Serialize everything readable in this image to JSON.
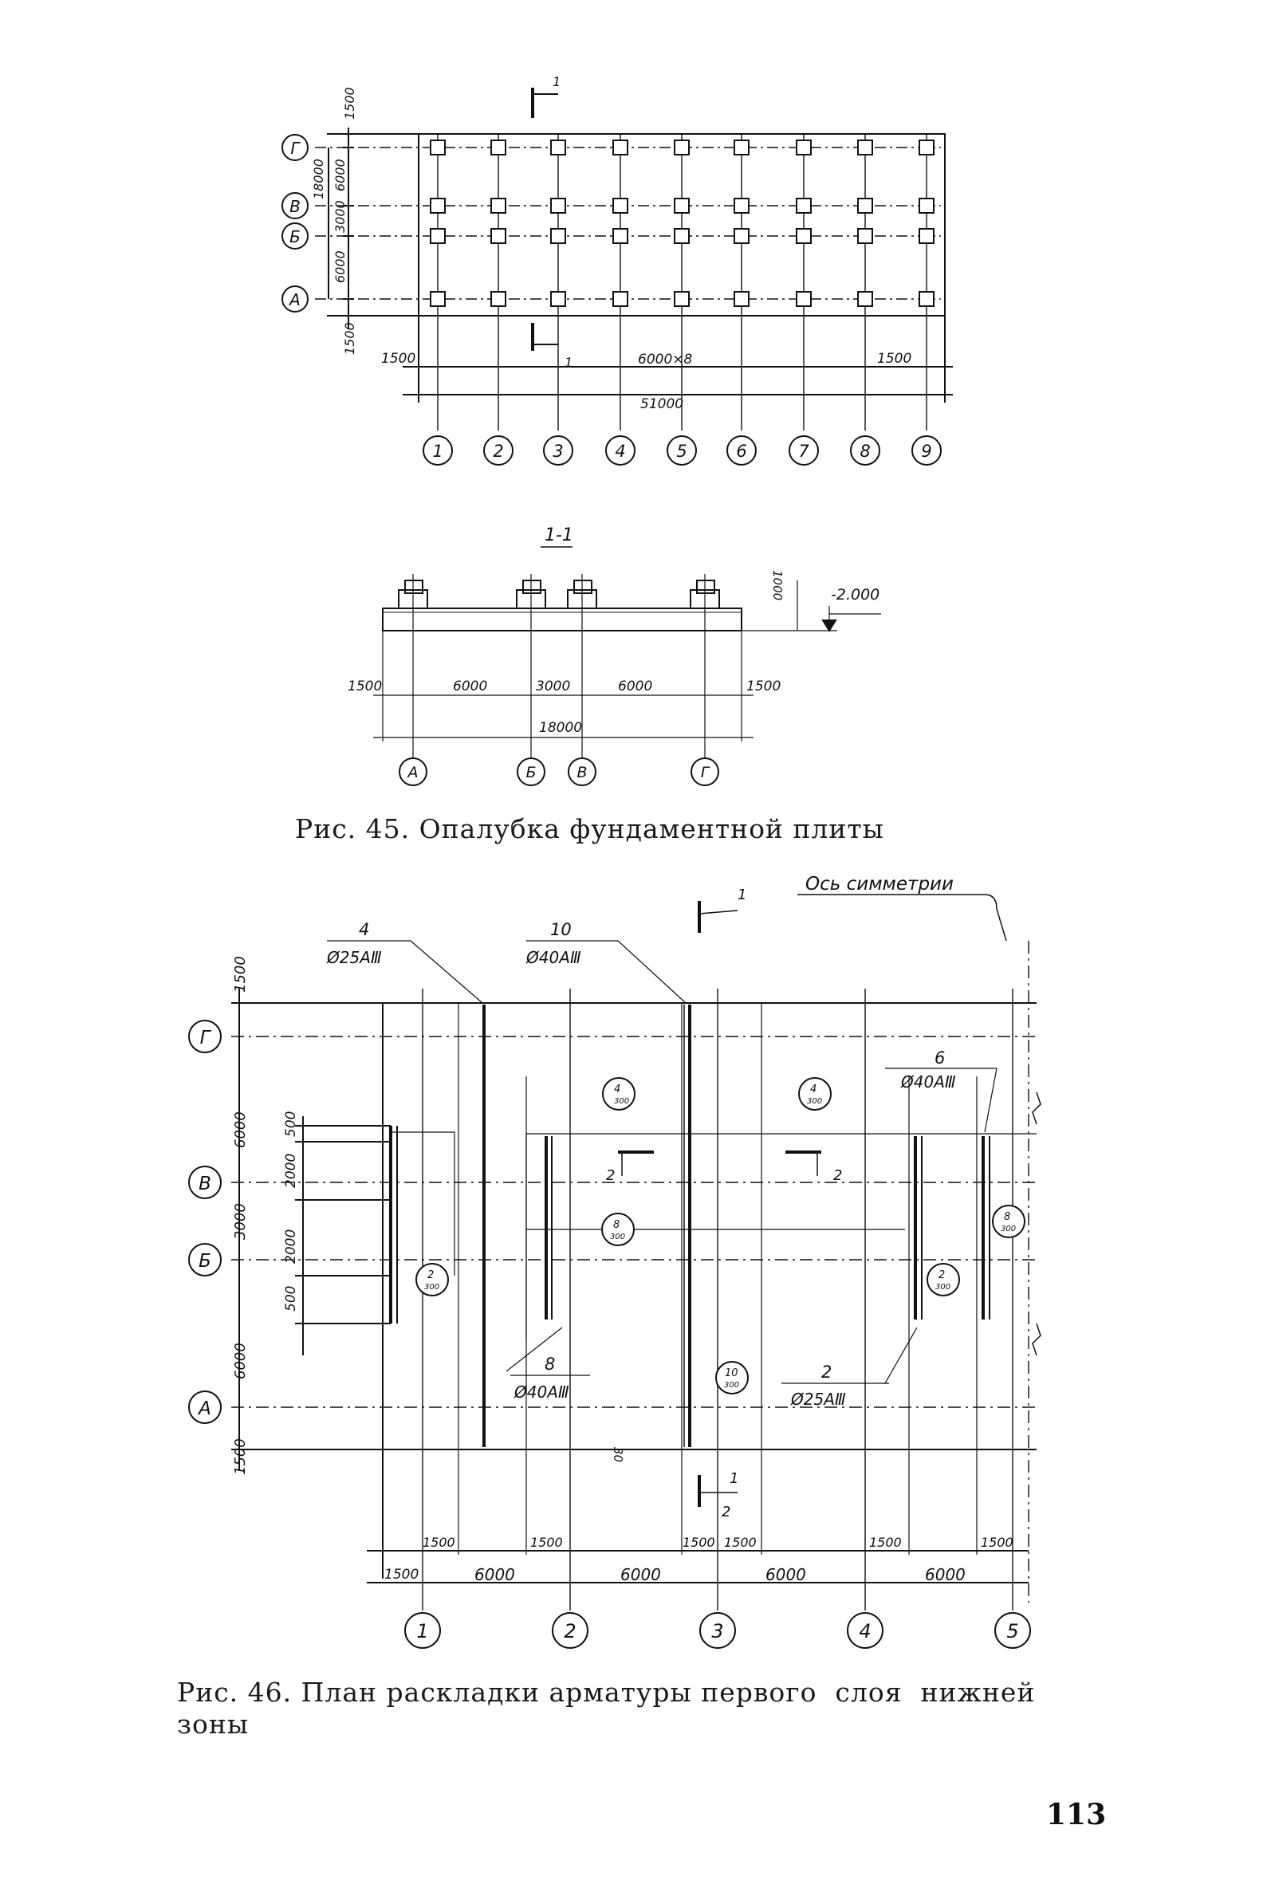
{
  "fig45": {
    "caption": "Рис. 45. Опалубка фундаментной плиты",
    "plan": {
      "row_axes": [
        "Г",
        "В",
        "Б",
        "А"
      ],
      "col_axes": [
        "1",
        "2",
        "3",
        "4",
        "5",
        "6",
        "7",
        "8",
        "9"
      ],
      "dim_top_edge": "1500",
      "dim_total_height": "18000",
      "dim_g_v": "6000",
      "dim_v_b": "3000",
      "dim_b_a": "6000",
      "dim_bottom_edge": "1500",
      "dim_left_edge": "1500",
      "dim_bays": "6000×8",
      "dim_right_edge": "1500",
      "dim_total_length": "51000",
      "section_mark_top": "1",
      "section_mark_bottom": "1"
    },
    "section": {
      "title": "1-1",
      "dim_stub_height": "1000",
      "elevation": "-2.000",
      "dims": [
        "1500",
        "6000",
        "3000",
        "6000",
        "1500"
      ],
      "dim_total": "18000",
      "axes": [
        "А",
        "Б",
        "В",
        "Г"
      ]
    }
  },
  "fig46": {
    "caption_line1": "Рис. 46. План раскладки арматуры первого  слоя  нижней",
    "caption_line2": "зоны",
    "symmetry_label": "Ось симметрии",
    "section_mark_top": "1",
    "section_mark_bottom": "1",
    "section2_label": "2",
    "row_axes": [
      "Г",
      "В",
      "Б",
      "А"
    ],
    "col_axes": [
      "1",
      "2",
      "3",
      "4",
      "5"
    ],
    "left_dims": [
      "1500",
      "6000",
      "3000",
      "6000",
      "1500"
    ],
    "inner_dims": [
      "500",
      "2000",
      "2000",
      "500"
    ],
    "bottom_dims": [
      "1500",
      "6000",
      "6000",
      "6000",
      "6000"
    ],
    "stagger_dims": [
      "1500",
      "1500",
      "1500",
      "1500",
      "1500",
      "1500"
    ],
    "dim_30": "30",
    "labels": {
      "l4_num": "4",
      "l4_bar": "Ø25АⅢ",
      "l10_num": "10",
      "l10_bar": "Ø40АⅢ",
      "l6_num": "6",
      "l6_bar": "Ø40АⅢ",
      "l8_num": "8",
      "l8_bar": "Ø40АⅢ",
      "l2_num": "2",
      "l2_bar": "Ø25АⅢ"
    },
    "spacing_marks": [
      {
        "num": "4",
        "step": "300"
      },
      {
        "num": "4",
        "step": "300"
      },
      {
        "num": "8",
        "step": "300"
      },
      {
        "num": "2",
        "step": "300"
      },
      {
        "num": "2",
        "step": "300"
      },
      {
        "num": "8",
        "step": "300"
      },
      {
        "num": "10",
        "step": "300"
      }
    ]
  },
  "page_number": "113"
}
